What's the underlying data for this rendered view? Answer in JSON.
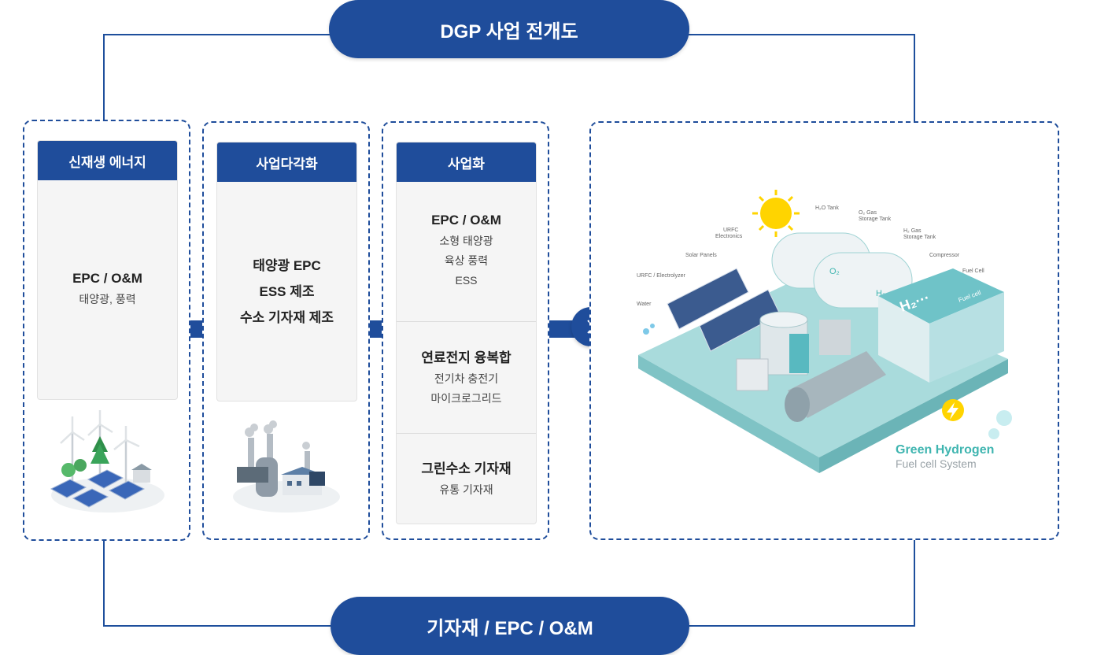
{
  "header": {
    "label": "DGP 사업 전개도"
  },
  "footer": {
    "label": "기자재 / EPC / O&M"
  },
  "columns": [
    {
      "header": "신재생 에너지",
      "title": "EPC / O&M",
      "items": [
        "태양광, 풍력"
      ],
      "art_icon": "wind-solar-farm-icon"
    },
    {
      "header": "사업다각화",
      "lines": [
        "태양광 EPC",
        "ESS 제조",
        "수소 기자재 제조"
      ],
      "art_icon": "factory-icon"
    },
    {
      "header": "사업화",
      "sections": [
        {
          "title": "EPC / O&M",
          "items": [
            "소형 태양광",
            "육상 풍력",
            "ESS"
          ]
        },
        {
          "title": "연료전지 융복합",
          "items": [
            "전기차 충전기",
            "마이크로그리드"
          ]
        },
        {
          "title": "그린수소 기자재",
          "items": [
            "유통 기자재"
          ]
        }
      ]
    }
  ],
  "illustration": {
    "title": "Green Hydrogen",
    "subtitle": "Fuel cell System",
    "labels": {
      "water": "Water",
      "urfc_electrolyzer": "URFC / Electrolyzer",
      "solar_panels": "Solar Panels",
      "urfc_electronics_1": "URFC",
      "urfc_electronics_2": "Electronics",
      "h2o_tank": "H₂O Tank",
      "o2_tank_1": "O₂ Gas",
      "o2_tank_2": "Storage Tank",
      "h2_tank_1": "H₂ Gas",
      "h2_tank_2": "Storage Tank",
      "compressor": "Compressor",
      "fuel_cell": "Fuel Cell",
      "o2": "O₂",
      "h2": "H₂",
      "h2_block": "H₂···",
      "fuel_cell_block": "Fuel cell"
    }
  },
  "colors": {
    "primary": "#1f4d9b",
    "teal": "#8fd0d2",
    "accent_green": "#3fb5b0"
  },
  "arrow_icon": "chevron-right-icon"
}
